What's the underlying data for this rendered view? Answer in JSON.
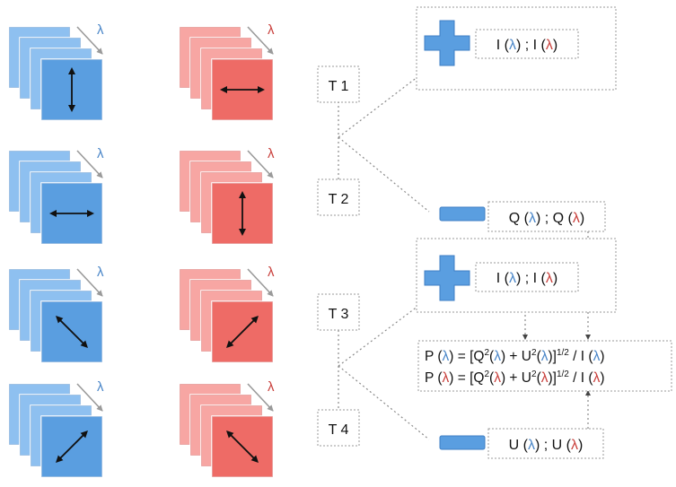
{
  "colors": {
    "blue": "#5a9ee0",
    "blue_dark": "#3f7fc4",
    "blue_light": "#8ec0f0",
    "red": "#ee6b66",
    "red_dark": "#cf4a47",
    "red_light": "#f7a6a3",
    "lambda_blue": "#4a86c8",
    "lambda_red": "#c9403c",
    "dotted_line": "#8a8a8a"
  },
  "lambda_symbol": "λ",
  "stacks": [
    {
      "row": 1,
      "blue_arrow": "vertical",
      "red_arrow": "horizontal"
    },
    {
      "row": 2,
      "blue_arrow": "horizontal",
      "red_arrow": "vertical"
    },
    {
      "row": 3,
      "blue_arrow": "diagonal-down",
      "red_arrow": "diagonal-up"
    },
    {
      "row": 4,
      "blue_arrow": "diagonal-up",
      "red_arrow": "diagonal-down"
    }
  ],
  "time_labels": [
    "T 1",
    "T 2",
    "T 3",
    "T 4"
  ],
  "signs": [
    "plus",
    "minus",
    "plus",
    "minus"
  ],
  "measurement_labels": [
    {
      "prefix": "I (",
      "sep": ") ; I (",
      "suffix": ")"
    },
    {
      "prefix": "Q (",
      "sep": ") ; Q (",
      "suffix": ")"
    },
    {
      "prefix": "I (",
      "sep": ") ; I (",
      "suffix": ")"
    },
    {
      "prefix": "U (",
      "sep": ") ; U (",
      "suffix": ")"
    }
  ],
  "formula": {
    "p_open": "P (",
    "eq_open": ") = [Q",
    "sq": "2",
    "paren_open": "(",
    "u_part": ") + U",
    "bracket_close": ")]",
    "exp": "1/2",
    "div": " / I (",
    "close": ")"
  }
}
